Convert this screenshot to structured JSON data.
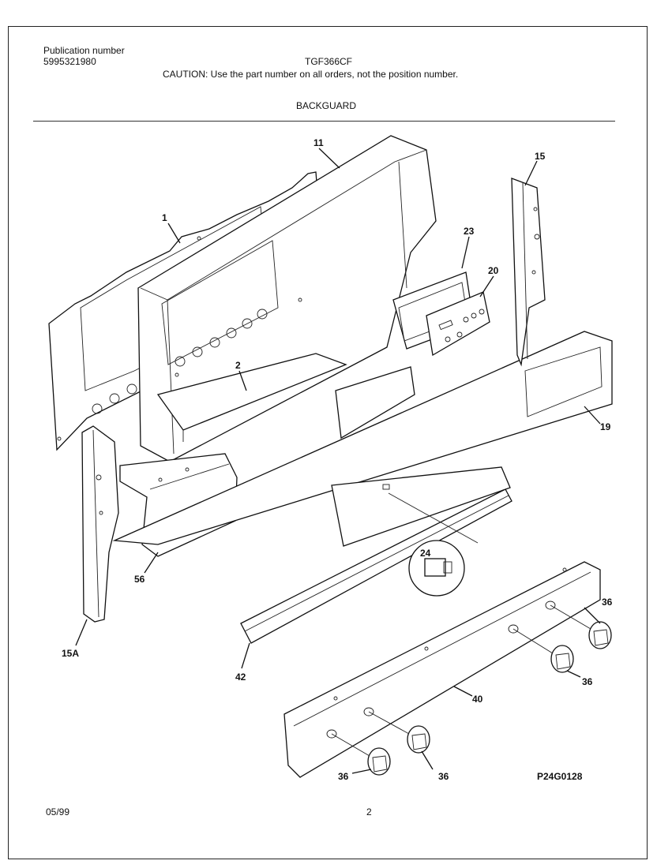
{
  "header": {
    "publication_label": "Publication number",
    "publication_number": "5995321980",
    "model": "TGF366CF",
    "caution": "CAUTION:  Use the part number on all orders, not the position number.",
    "section_title": "BACKGUARD"
  },
  "callouts": {
    "c1": "1",
    "c2": "2",
    "c11": "11",
    "c15": "15",
    "c15a": "15A",
    "c19": "19",
    "c20": "20",
    "c23": "23",
    "c24": "24",
    "c36a": "36",
    "c36b": "36",
    "c36c": "36",
    "c36d": "36",
    "c40": "40",
    "c42": "42",
    "c56": "56"
  },
  "figure_code": "P24G0128",
  "footer": {
    "date": "05/99",
    "page": "2"
  }
}
